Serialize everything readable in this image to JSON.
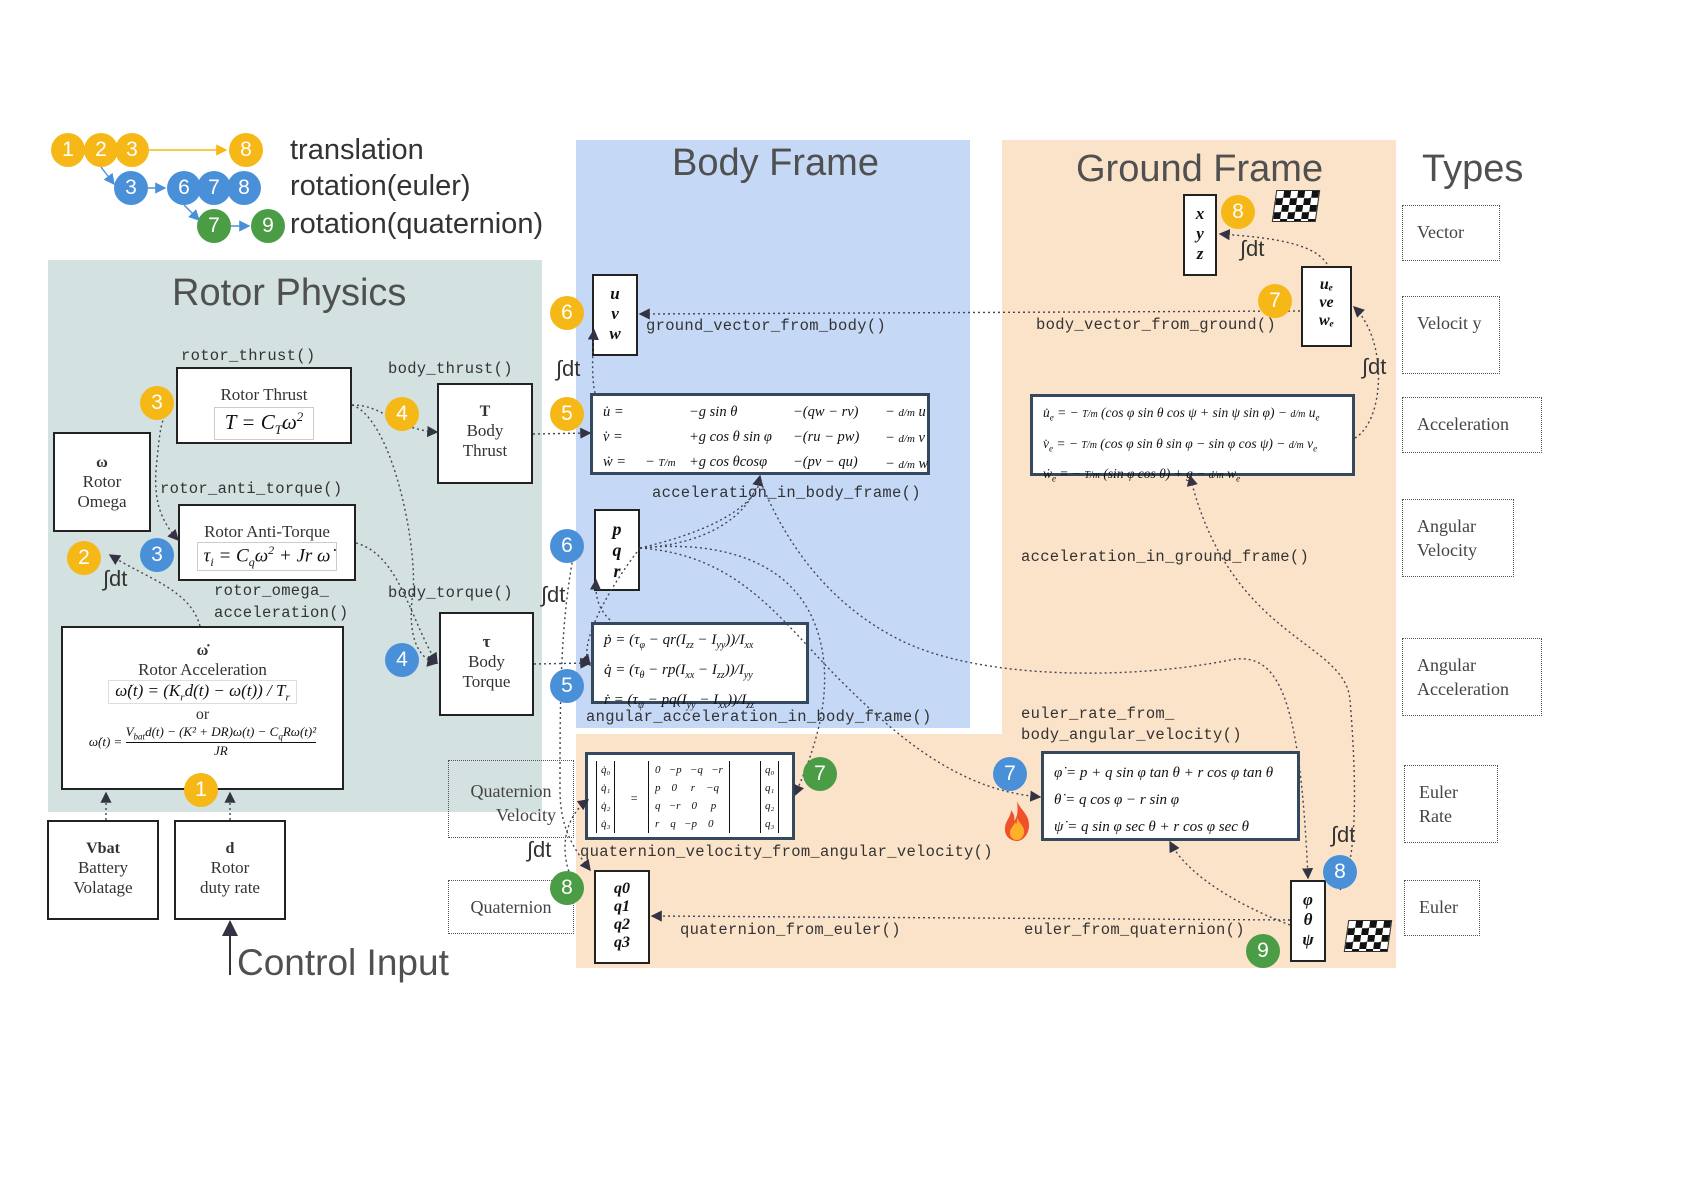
{
  "colors": {
    "translation": "#f5b817",
    "rotation_euler": "#4a90d9",
    "rotation_quaternion": "#4a9c45",
    "rotor_bg": "#d3e1e1",
    "body_bg": "#c5d8f6",
    "ground_bg": "#fbe3c9"
  },
  "legend": {
    "translation": "translation",
    "rotation_euler": "rotation(euler)",
    "rotation_quaternion": "rotation(quaternion)",
    "translation_badges": [
      "1",
      "2",
      "3",
      "8"
    ],
    "euler_badges": [
      "3",
      "6",
      "7",
      "8"
    ],
    "quaternion_badges": [
      "7",
      "9"
    ]
  },
  "regions": {
    "rotor": "Rotor Physics",
    "body": "Body Frame",
    "ground": "Ground Frame",
    "types": "Types"
  },
  "rotor": {
    "thrust_fn": "rotor_thrust()",
    "thrust_title": "Rotor Thrust",
    "thrust_formula": "T = C_Tω²",
    "anti_torque_fn": "rotor_anti_torque()",
    "anti_torque_title": "Rotor Anti-Torque",
    "omega_symbol": "ω",
    "omega_label1": "Rotor",
    "omega_label2": "Omega",
    "omega_acc_fn1": "rotor_omega_",
    "omega_acc_fn2": "acceleration()",
    "acc_symbol": "ω̇",
    "acc_title": "Rotor Acceleration",
    "acc_or": "or"
  },
  "inputs": {
    "vbat_symbol": "Vbat",
    "vbat_line1": "Battery",
    "vbat_line2": "Volatage",
    "d_symbol": "d",
    "d_line1": "Rotor",
    "d_line2": "duty rate",
    "control_input": "Control Input"
  },
  "body": {
    "thrust_symbol": "T",
    "thrust_l1": "Body",
    "thrust_l2": "Thrust",
    "thrust_fn": "body_thrust()",
    "torque_symbol": "τ",
    "torque_l1": "Body",
    "torque_l2": "Torque",
    "torque_fn": "body_torque()",
    "uvw": [
      "u",
      "v",
      "w"
    ],
    "pqr": [
      "p",
      "q",
      "r"
    ],
    "ground_vector_fn": "ground_vector_from_body()",
    "acc_body_fn": "acceleration_in_body_frame()",
    "ang_acc_fn": "angular_acceleration_in_body_frame()"
  },
  "ground": {
    "xyz": [
      "x",
      "y",
      "z"
    ],
    "velocity": [
      "uₑ",
      "ve",
      "wₑ"
    ],
    "body_vector_fn": "body_vector_from_ground()",
    "acc_ground_fn": "acceleration_in_ground_frame()",
    "euler_rate_fn1": "euler_rate_from_",
    "euler_rate_fn2": "body_angular_velocity()",
    "euler": [
      "φ",
      "θ",
      "ψ"
    ],
    "euler_from_quat_fn": "euler_from_quaternion()"
  },
  "quaternion": {
    "velocity_label1": "Quaternion",
    "velocity_label2": "Velocity",
    "label": "Quaternion",
    "q": [
      "q0",
      "q1",
      "q2",
      "q3"
    ],
    "qvel_fn": "quaternion_velocity_from_angular_velocity()",
    "quat_from_euler_fn": "quaternion_from_euler()"
  },
  "types": [
    "Vector",
    "Velocit y",
    "Acceleration",
    "Angular Velocity",
    "Angular Acceleration",
    "Euler Rate",
    "Euler"
  ],
  "integral": "∫dt",
  "badges": {
    "thrust": "3",
    "omega": "2",
    "anti_torque": "3",
    "acc": "1",
    "body_thrust": "4",
    "body_torque": "4",
    "uvw": "6",
    "acc_body": "5",
    "pqr": "6",
    "ang_acc": "5",
    "xyz": "8",
    "vel_ground": "7",
    "qvel": "7",
    "euler_rate": "7",
    "q": "8",
    "euler_b": "8",
    "euler_g": "9"
  }
}
